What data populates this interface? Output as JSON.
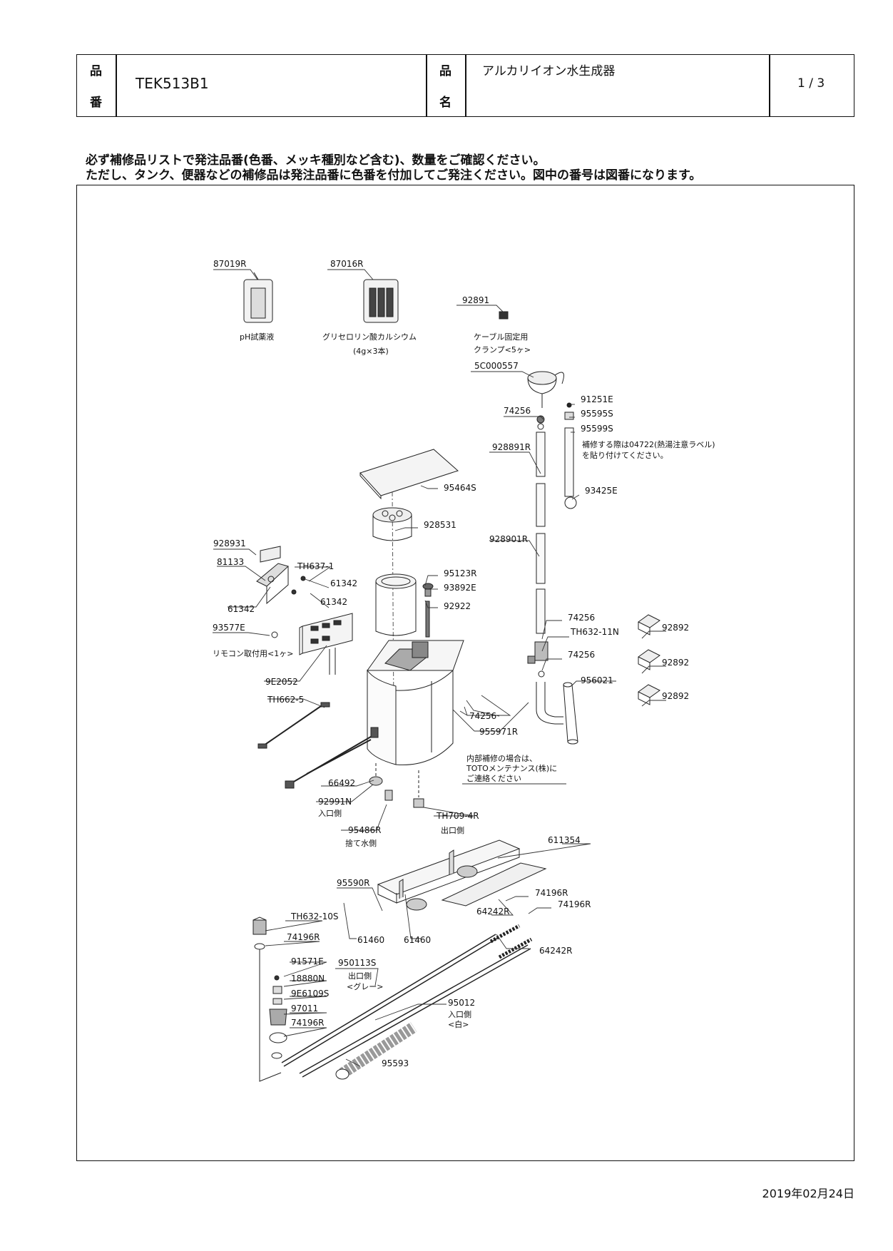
{
  "header": {
    "part_no_label_top": "品",
    "part_no_label_bottom": "番",
    "part_no": "TEK513B1",
    "name_label_top": "品",
    "name_label_bottom": "名",
    "name": "アルカリイオン水生成器",
    "page": "1 / 3"
  },
  "notes": [
    "必ず補修品リストで発注品番(色番、メッキ種別など含む)、数量をご確認ください。",
    "ただし、タンク、便器などの補修品は発注品番に色番を付加してご発注ください。図中の番号は図番になります。"
  ],
  "parts": [
    {
      "id": "p01",
      "label": "87019R"
    },
    {
      "id": "p02",
      "label": "87016R"
    },
    {
      "id": "p03",
      "label": "92891"
    },
    {
      "id": "p04",
      "label": "5C000557"
    },
    {
      "id": "p05",
      "label": "91251E"
    },
    {
      "id": "p06",
      "label": "74256"
    },
    {
      "id": "p07",
      "label": "95595S"
    },
    {
      "id": "p08",
      "label": "95599S"
    },
    {
      "id": "p09",
      "label": "928891R"
    },
    {
      "id": "p10",
      "label": "95464S"
    },
    {
      "id": "p11",
      "label": "93425E"
    },
    {
      "id": "p12",
      "label": "928531"
    },
    {
      "id": "p13",
      "label": "928901R"
    },
    {
      "id": "p14",
      "label": "928931"
    },
    {
      "id": "p15",
      "label": "81133"
    },
    {
      "id": "p16",
      "label": "TH637-1"
    },
    {
      "id": "p17",
      "label": "61342"
    },
    {
      "id": "p18",
      "label": "95123R"
    },
    {
      "id": "p19",
      "label": "93892E"
    },
    {
      "id": "p20",
      "label": "61342"
    },
    {
      "id": "p21",
      "label": "61342"
    },
    {
      "id": "p22",
      "label": "92922"
    },
    {
      "id": "p23",
      "label": "74256"
    },
    {
      "id": "p24",
      "label": "93577E"
    },
    {
      "id": "p25",
      "label": "TH632-11N"
    },
    {
      "id": "p26",
      "label": "92892"
    },
    {
      "id": "p27",
      "label": "74256"
    },
    {
      "id": "p28",
      "label": "92892"
    },
    {
      "id": "p29",
      "label": "9E2052"
    },
    {
      "id": "p30",
      "label": "956021"
    },
    {
      "id": "p31",
      "label": "TH662-5"
    },
    {
      "id": "p32",
      "label": "92892"
    },
    {
      "id": "p33",
      "label": "74256"
    },
    {
      "id": "p34",
      "label": "955971R"
    },
    {
      "id": "p35",
      "label": "66492"
    },
    {
      "id": "p36",
      "label": "92991N"
    },
    {
      "id": "p37",
      "label": "TH709-4R"
    },
    {
      "id": "p38",
      "label": "95486R"
    },
    {
      "id": "p39",
      "label": "611354"
    },
    {
      "id": "p40",
      "label": "95590R"
    },
    {
      "id": "p41",
      "label": "74196R"
    },
    {
      "id": "p42",
      "label": "74196R"
    },
    {
      "id": "p43",
      "label": "TH632-10S"
    },
    {
      "id": "p44",
      "label": "64242R"
    },
    {
      "id": "p45",
      "label": "74196R"
    },
    {
      "id": "p46",
      "label": "61460"
    },
    {
      "id": "p47",
      "label": "61460"
    },
    {
      "id": "p48",
      "label": "64242R"
    },
    {
      "id": "p49",
      "label": "91571E"
    },
    {
      "id": "p50",
      "label": "950113S"
    },
    {
      "id": "p51",
      "label": "18880N"
    },
    {
      "id": "p52",
      "label": "9E6109S"
    },
    {
      "id": "p53",
      "label": "97011"
    },
    {
      "id": "p54",
      "label": "95012"
    },
    {
      "id": "p55",
      "label": "74196R"
    },
    {
      "id": "p56",
      "label": "95593"
    }
  ],
  "captions": {
    "ph_reagent": "pH試薬液",
    "calcium_line1": "グリセロリン酸カルシウム",
    "calcium_line2": "(4g×3本)",
    "clamp_line1": "ケーブル固定用",
    "clamp_line2": "クランプ<5ヶ>",
    "label_note_line1": "補修する際は04722(熱湯注意ラベル)",
    "label_note_line2": "を貼り付けてください。",
    "remote_mount": "リモコン取付用<1ヶ>",
    "maint_line1": "内部補修の場合は、",
    "maint_line2": "TOTOメンテナンス(株)に",
    "maint_line3": "ご連絡ください",
    "inlet_side": "入口側",
    "outlet_side": "出口側",
    "drain_side": "捨て水側",
    "outlet_grey_line1": "出口側",
    "outlet_grey_line2": "<グレー>",
    "inlet_white_line1": "入口側",
    "inlet_white_line2": "<白>"
  },
  "date": "2019年02月24日"
}
